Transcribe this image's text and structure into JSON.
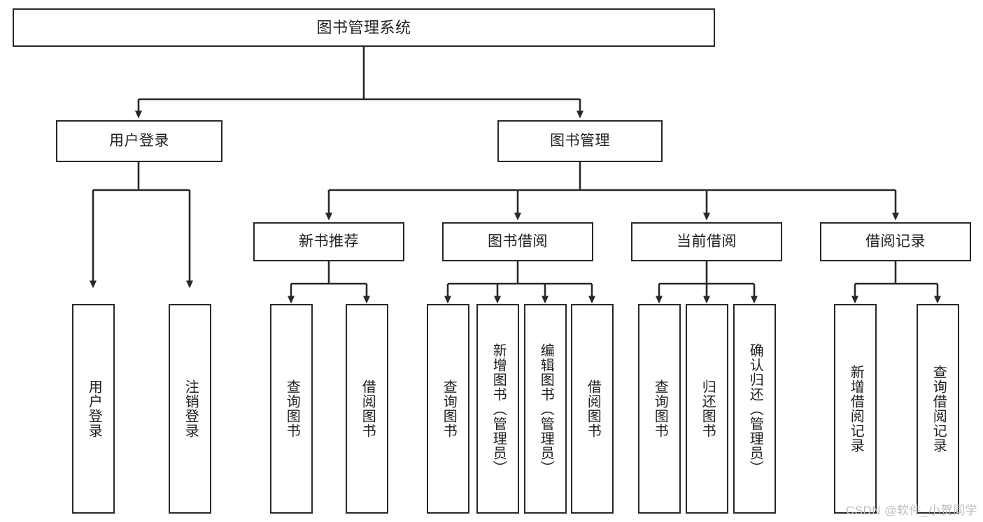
{
  "diagram": {
    "title": "图书管理系统",
    "type": "tree-hierarchy",
    "orientation": "top-down",
    "colors": {
      "stroke": "#26282b",
      "fill": "#ffffff",
      "text": "#1d1f21",
      "watermark": "#b9bcc0"
    },
    "watermark": "CSDN @软件_小贺同学"
  },
  "nodes": {
    "root": {
      "label": "图书管理系统"
    },
    "level2": [
      {
        "id": "user-login",
        "label": "用户登录"
      },
      {
        "id": "book-manage",
        "label": "图书管理"
      }
    ],
    "level3": [
      {
        "id": "new-book-recommend",
        "label": "新书推荐"
      },
      {
        "id": "book-borrow",
        "label": "图书借阅"
      },
      {
        "id": "current-borrow",
        "label": "当前借阅"
      },
      {
        "id": "borrow-record",
        "label": "借阅记录"
      }
    ],
    "leaves": {
      "user-login": [
        {
          "id": "leaf-user-login",
          "label": "用户登录"
        },
        {
          "id": "leaf-user-logout",
          "label": "注销登录"
        }
      ],
      "new-book-recommend": [
        {
          "id": "leaf-query-book-1",
          "label": "查询图书"
        },
        {
          "id": "leaf-borrow-book-1",
          "label": "借阅图书"
        }
      ],
      "book-borrow": [
        {
          "id": "leaf-query-book-2",
          "label": "查询图书"
        },
        {
          "id": "leaf-add-book",
          "label": "新增图书（管理员）"
        },
        {
          "id": "leaf-edit-book",
          "label": "编辑图书（管理员）"
        },
        {
          "id": "leaf-borrow-book-2",
          "label": "借阅图书"
        }
      ],
      "current-borrow": [
        {
          "id": "leaf-query-book-3",
          "label": "查询图书"
        },
        {
          "id": "leaf-return-book",
          "label": "归还图书"
        },
        {
          "id": "leaf-confirm-return",
          "label": "确认归还（管理员）"
        }
      ],
      "borrow-record": [
        {
          "id": "leaf-add-record",
          "label": "新增借阅记录"
        },
        {
          "id": "leaf-query-record",
          "label": "查询借阅记录"
        }
      ]
    }
  }
}
